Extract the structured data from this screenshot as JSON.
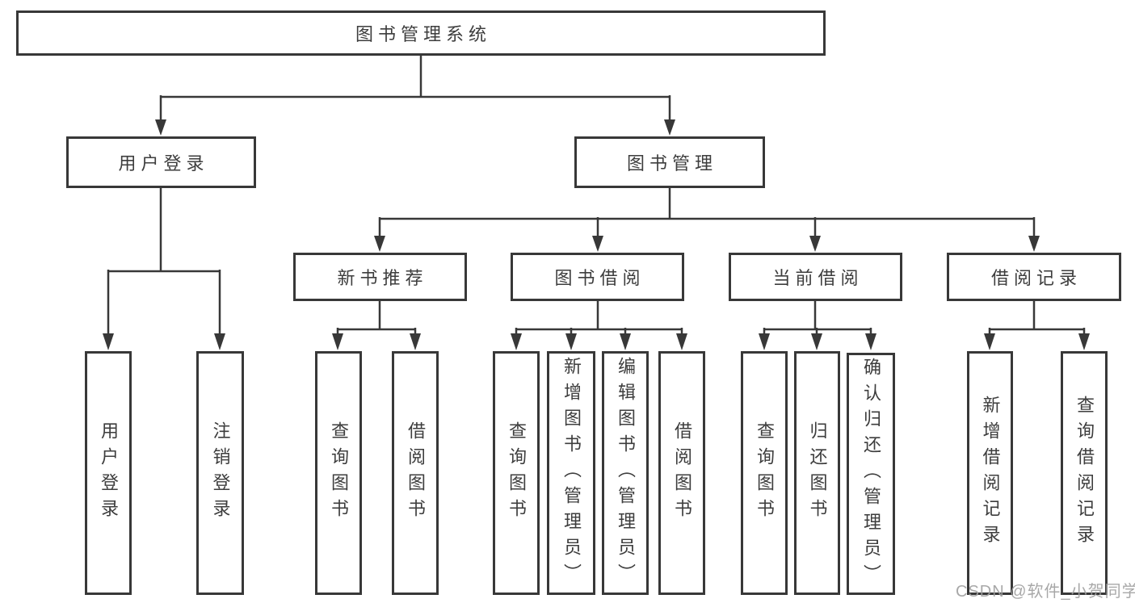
{
  "tree": {
    "root": {
      "label": "图书管理系统"
    },
    "branches": [
      {
        "label": "用户登录",
        "children": [
          "用户登录",
          "注销登录"
        ]
      },
      {
        "label": "图书管理",
        "sections": [
          {
            "label": "新书推荐",
            "children": [
              "查询图书",
              "借阅图书"
            ]
          },
          {
            "label": "图书借阅",
            "children": [
              "查询图书",
              "新增图书（管理员）",
              "编辑图书（管理员）",
              "借阅图书"
            ]
          },
          {
            "label": "当前借阅",
            "children": [
              "查询图书",
              "归还图书",
              "确认归还（管理员）"
            ]
          },
          {
            "label": "借阅记录",
            "children": [
              "新增借阅记录",
              "查询借阅记录"
            ]
          }
        ]
      }
    ]
  },
  "watermark": "CSDN @软件_小贺同学",
  "colors": {
    "line": "#383838",
    "box_border": "#383838",
    "text": "#3d3d3d",
    "background": "#ffffff",
    "watermark": "#9e9e9e"
  }
}
